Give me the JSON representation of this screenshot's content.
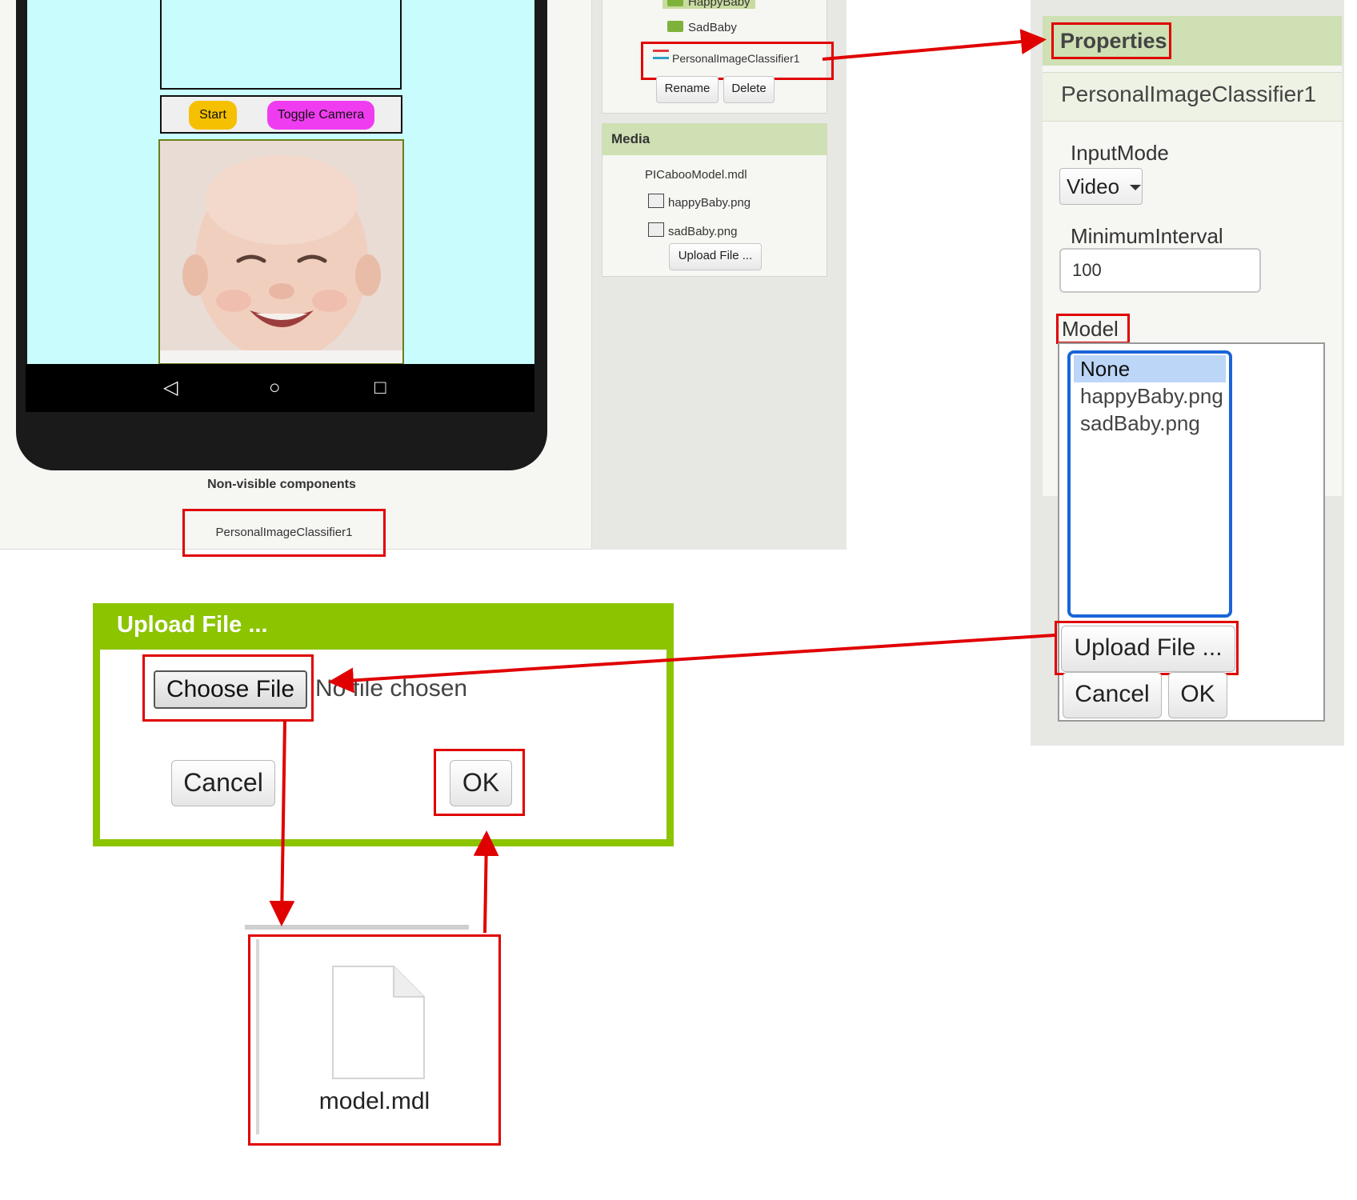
{
  "viewer": {
    "buttons": {
      "start": "Start",
      "toggle_camera": "Toggle Camera"
    },
    "image": "baby-photo",
    "nav": {
      "back": "◁",
      "home": "○",
      "recents": "□"
    },
    "nonvisible_label": "Non-visible components",
    "nonvisible_item": "PersonalImageClassifier1"
  },
  "components": {
    "items": [
      "HappyBaby",
      "SadBaby",
      "PersonalImageClassifier1"
    ],
    "rename_label": "Rename",
    "delete_label": "Delete"
  },
  "media": {
    "title": "Media",
    "files": [
      "PICabooModel.mdl",
      "happyBaby.png",
      "sadBaby.png"
    ],
    "upload_label": "Upload File ..."
  },
  "properties": {
    "title": "Properties",
    "component_name": "PersonalImageClassifier1",
    "input_mode_label": "InputMode",
    "input_mode_value": "Video",
    "min_interval_label": "MinimumInterval",
    "min_interval_value": "100",
    "model_label": "Model",
    "model_options": [
      "None",
      "happyBaby.png",
      "sadBaby.png"
    ],
    "model_selected": "None",
    "upload_label": "Upload File ...",
    "cancel_label": "Cancel",
    "ok_label": "OK"
  },
  "upload_dialog": {
    "title": "Upload File ...",
    "choose_label": "Choose File",
    "no_file_text": "No file chosen",
    "cancel_label": "Cancel",
    "ok_label": "OK"
  },
  "file_chooser": {
    "file_name": "model.mdl",
    "icon": "document-icon"
  },
  "colors": {
    "highlight": "#e00000",
    "dialog_green": "#8cc400",
    "panel_header": "#cfe0b4",
    "screen_bg": "#c9fcfc",
    "start_button": "#f5c000",
    "toggle_button": "#f03cf0",
    "list_focus": "#1a64d8"
  }
}
